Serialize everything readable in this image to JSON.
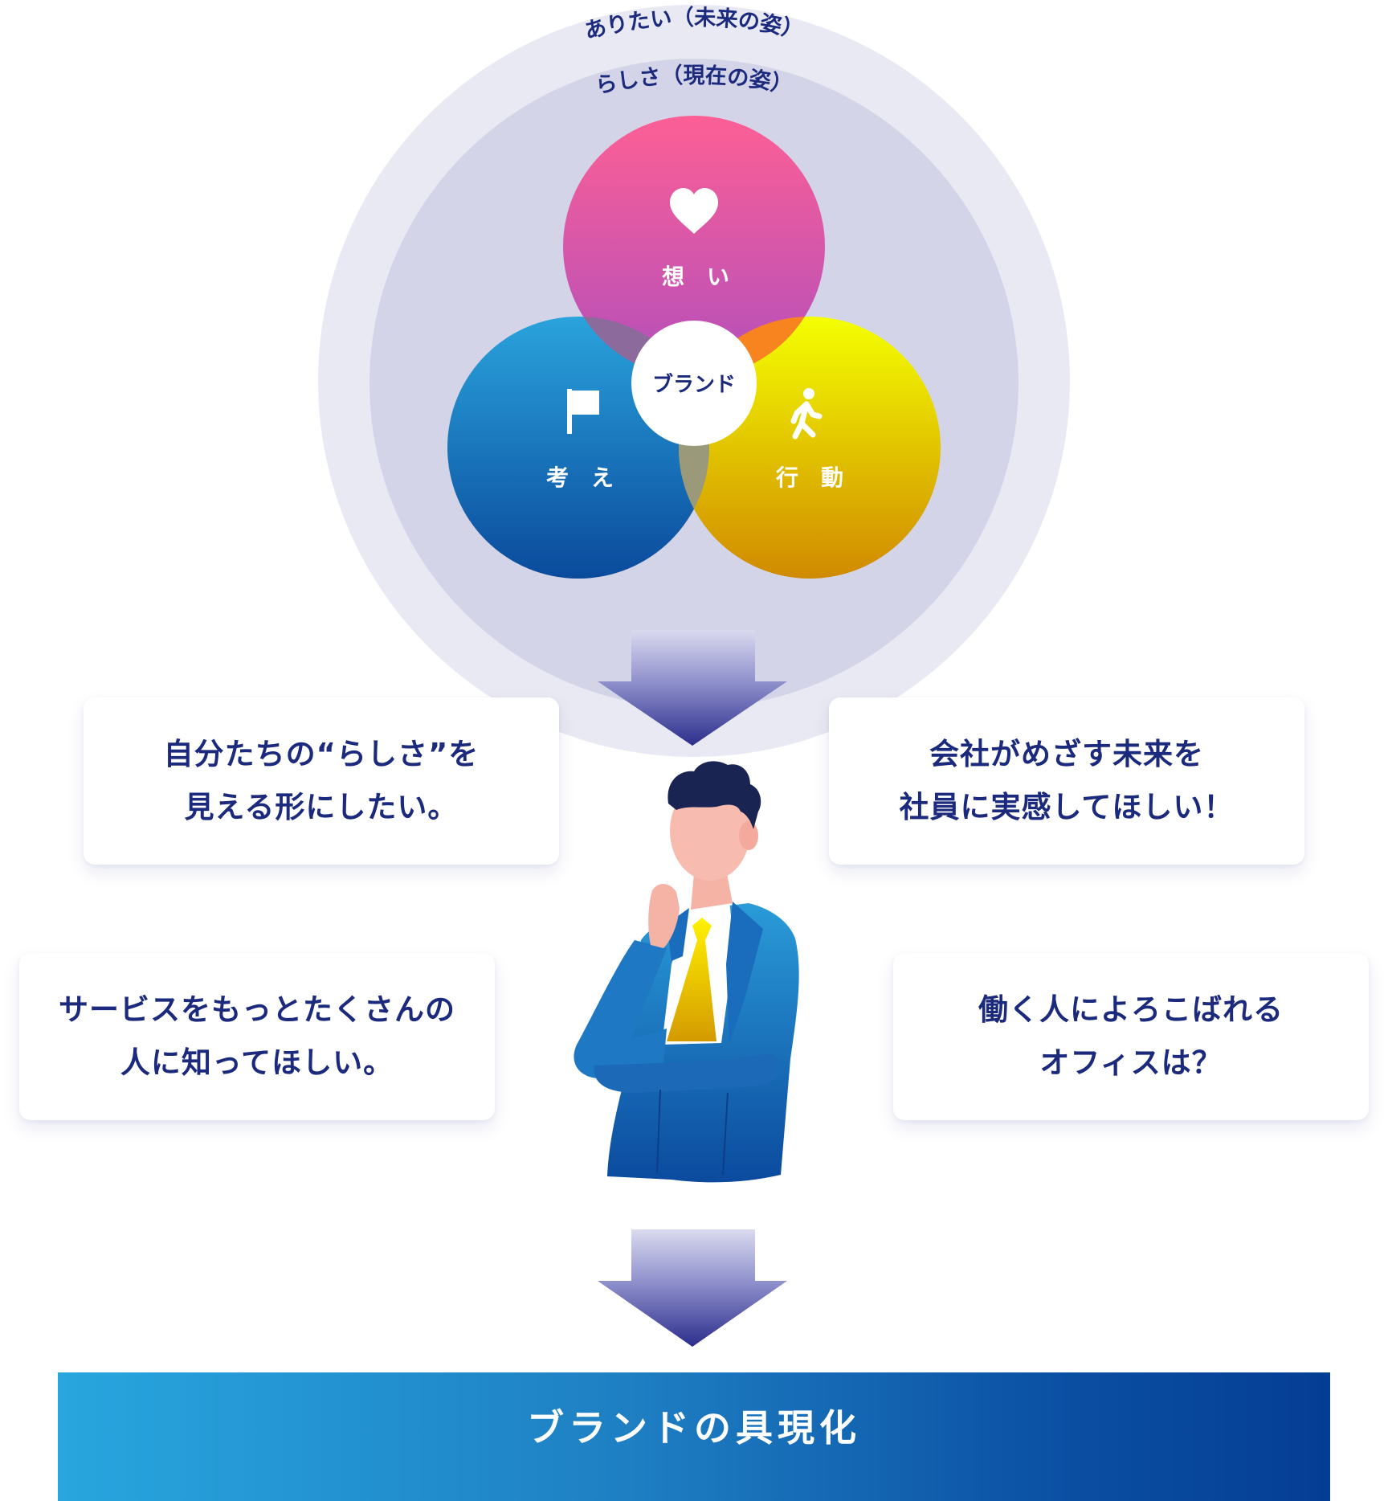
{
  "outer_circle": {
    "label": "ありたい（未来の姿）"
  },
  "inner_circle": {
    "label": "らしさ（現在の姿）"
  },
  "venn": {
    "top": {
      "label": "想　い",
      "icon": "heart-icon",
      "colors": [
        "#fd5f95",
        "#b24fbc"
      ]
    },
    "left": {
      "label": "考　え",
      "icon": "flag-icon",
      "colors": [
        "#2aa3dc",
        "#0a4a9c"
      ]
    },
    "right": {
      "label": "行　動",
      "icon": "walking-person-icon",
      "colors": [
        "#f4ff00",
        "#d08a00"
      ]
    },
    "center": {
      "label": "ブランド"
    }
  },
  "bubbles": [
    {
      "lines": [
        "自分たちの“らしさ”を",
        "見える形にしたい。"
      ]
    },
    {
      "lines": [
        "会社がめざす未来を",
        "社員に実感してほしい！"
      ]
    },
    {
      "lines": [
        "サービスをもっとたくさんの",
        "人に知ってほしい。"
      ]
    },
    {
      "lines": [
        "働く人によろこばれる",
        "オフィスは？"
      ]
    }
  ],
  "result": {
    "label": "ブランドの具現化"
  },
  "colors": {
    "text": "#1b2a7c",
    "outer_circle": "#e9e9f3",
    "inner_circle": "#d4d4e9",
    "arrow_top": "#d8d8ee",
    "arrow_bottom": "#2c2e8c"
  }
}
